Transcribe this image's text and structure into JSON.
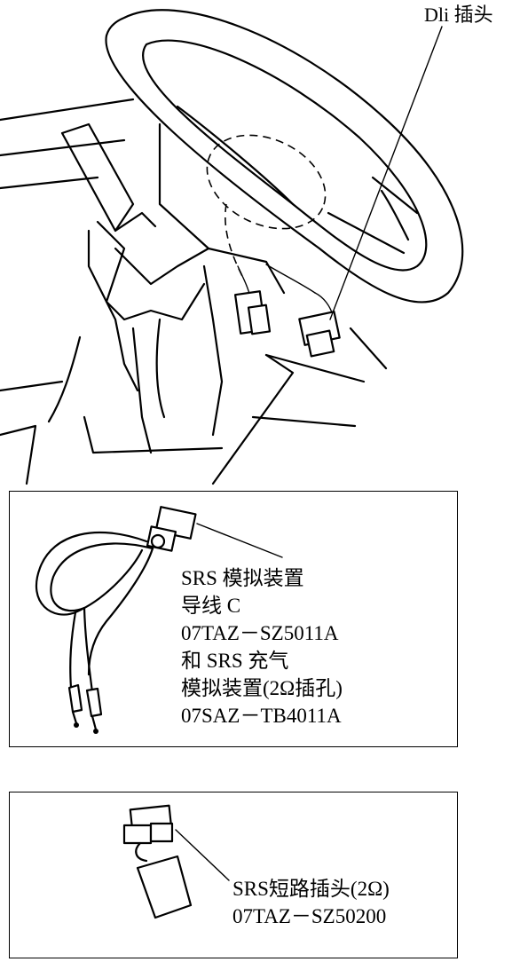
{
  "top_figure": {
    "dli_label": "Dli 插头"
  },
  "box_simulator": {
    "lines": [
      "SRS 模拟装置",
      "导线 C",
      "07TAZ－SZ5011A",
      "和 SRS 充气",
      "模拟装置(2Ω插孔)",
      "07SAZ－TB4011A"
    ]
  },
  "box_short_plug": {
    "lines": [
      "SRS短路插头(2Ω)",
      "07TAZ－SZ50200"
    ]
  }
}
